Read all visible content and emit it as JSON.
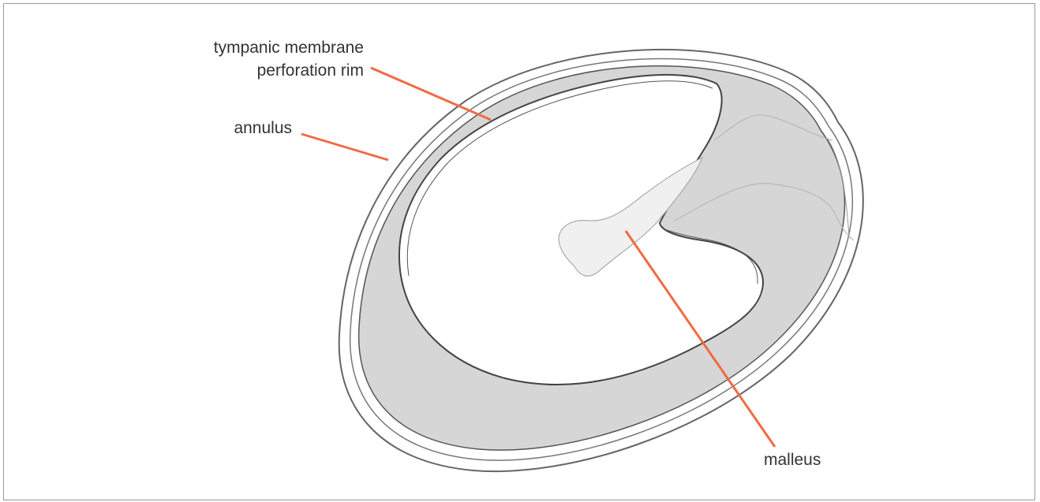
{
  "labels": {
    "perforation_rim_line1": "tympanic membrane",
    "perforation_rim_line2": "perforation rim",
    "annulus": "annulus",
    "malleus": "malleus"
  },
  "colors": {
    "leader": "#f26a43",
    "rim_fill": "#d6d6d6",
    "malleus_fill": "#f0f0f0",
    "outline": "#555555",
    "label_text": "#333333"
  }
}
